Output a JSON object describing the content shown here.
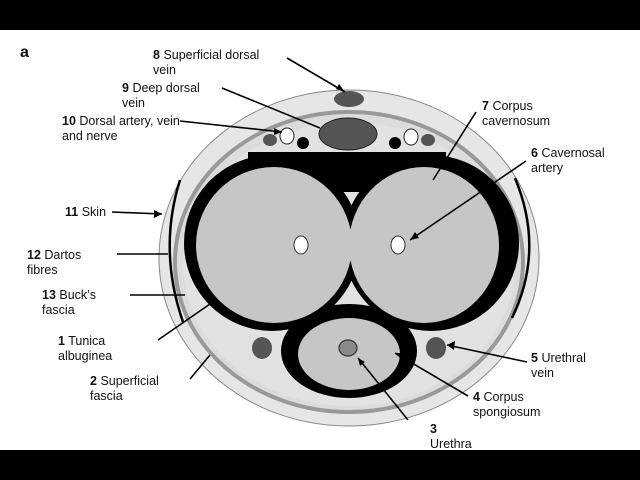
{
  "panel_letter": "a",
  "labels": {
    "l8": {
      "num": "8",
      "line1": "Superficial dorsal",
      "line2": "vein"
    },
    "l9": {
      "num": "9",
      "line1": "Deep dorsal",
      "line2": "vein"
    },
    "l10": {
      "num": "10",
      "line1": "Dorsal artery, vein",
      "line2": "and nerve"
    },
    "l11": {
      "num": "11",
      "line1": "Skin",
      "line2": ""
    },
    "l12": {
      "num": "12",
      "line1": "Dartos",
      "line2": "fibres"
    },
    "l13": {
      "num": "13",
      "line1": "Buck’s",
      "line2": "fascia"
    },
    "l1": {
      "num": "1",
      "line1": "Tunica",
      "line2": "albuginea"
    },
    "l2": {
      "num": "2",
      "line1": "Superficial",
      "line2": "fascia"
    },
    "l7": {
      "num": "7",
      "line1": "Corpus",
      "line2": "cavernosum"
    },
    "l6": {
      "num": "6",
      "line1": "Cavernosal",
      "line2": "artery"
    },
    "l5": {
      "num": "5",
      "line1": "Urethral",
      "line2": "vein"
    },
    "l4": {
      "num": "4",
      "line1": "Corpus",
      "line2": "spongiosum"
    },
    "l3": {
      "num": "3",
      "line1": "",
      "line2": "Urethra"
    }
  },
  "colors": {
    "background": "#000000",
    "panel": "#ffffff",
    "skin_fill": "#e4e4e4",
    "fascia_ring": "#9a9a9a",
    "tunica": "#000000",
    "cavernosum_fill": "#c6c6c6",
    "vessel_fill": "#555555",
    "artery_fill": "#ffffff"
  }
}
